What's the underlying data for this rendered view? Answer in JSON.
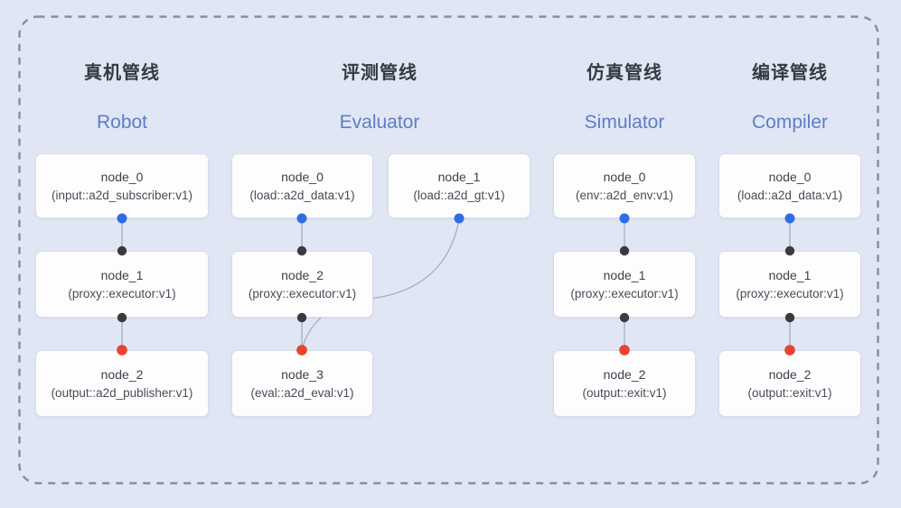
{
  "colors": {
    "background": "#e1e6f4",
    "border_dash": "#878e9a",
    "node_fill": "#fdfdfe",
    "node_border": "#d9dde6",
    "header_zh": "#343a43",
    "header_en": "#5b7ec8",
    "edge": "#a2afc5",
    "port_blue": "#2e6de4",
    "port_black": "#3b3b3d",
    "port_red": "#e8432e"
  },
  "pipelines": [
    {
      "title_zh": "真机管线",
      "title_en": "Robot",
      "nodes": [
        {
          "title": "node_0",
          "subtitle": "(input::a2d_subscriber:v1)"
        },
        {
          "title": "node_1",
          "subtitle": "(proxy::executor:v1)"
        },
        {
          "title": "node_2",
          "subtitle": "(output::a2d_publisher:v1)"
        }
      ]
    },
    {
      "title_zh": "评测管线",
      "title_en": "Evaluator",
      "nodes": [
        {
          "title": "node_0",
          "subtitle": "(load::a2d_data:v1)"
        },
        {
          "title": "node_1",
          "subtitle": "(load::a2d_gt:v1)"
        },
        {
          "title": "node_2",
          "subtitle": "(proxy::executor:v1)"
        },
        {
          "title": "node_3",
          "subtitle": "(eval::a2d_eval:v1)"
        }
      ]
    },
    {
      "title_zh": "仿真管线",
      "title_en": "Simulator",
      "nodes": [
        {
          "title": "node_0",
          "subtitle": "(env::a2d_env:v1)"
        },
        {
          "title": "node_1",
          "subtitle": "(proxy::executor:v1)"
        },
        {
          "title": "node_2",
          "subtitle": "(output::exit:v1)"
        }
      ]
    },
    {
      "title_zh": "编译管线",
      "title_en": "Compiler",
      "nodes": [
        {
          "title": "node_0",
          "subtitle": "(load::a2d_data:v1)"
        },
        {
          "title": "node_1",
          "subtitle": "(proxy::executor:v1)"
        },
        {
          "title": "node_2",
          "subtitle": "(output::exit:v1)"
        }
      ]
    }
  ]
}
